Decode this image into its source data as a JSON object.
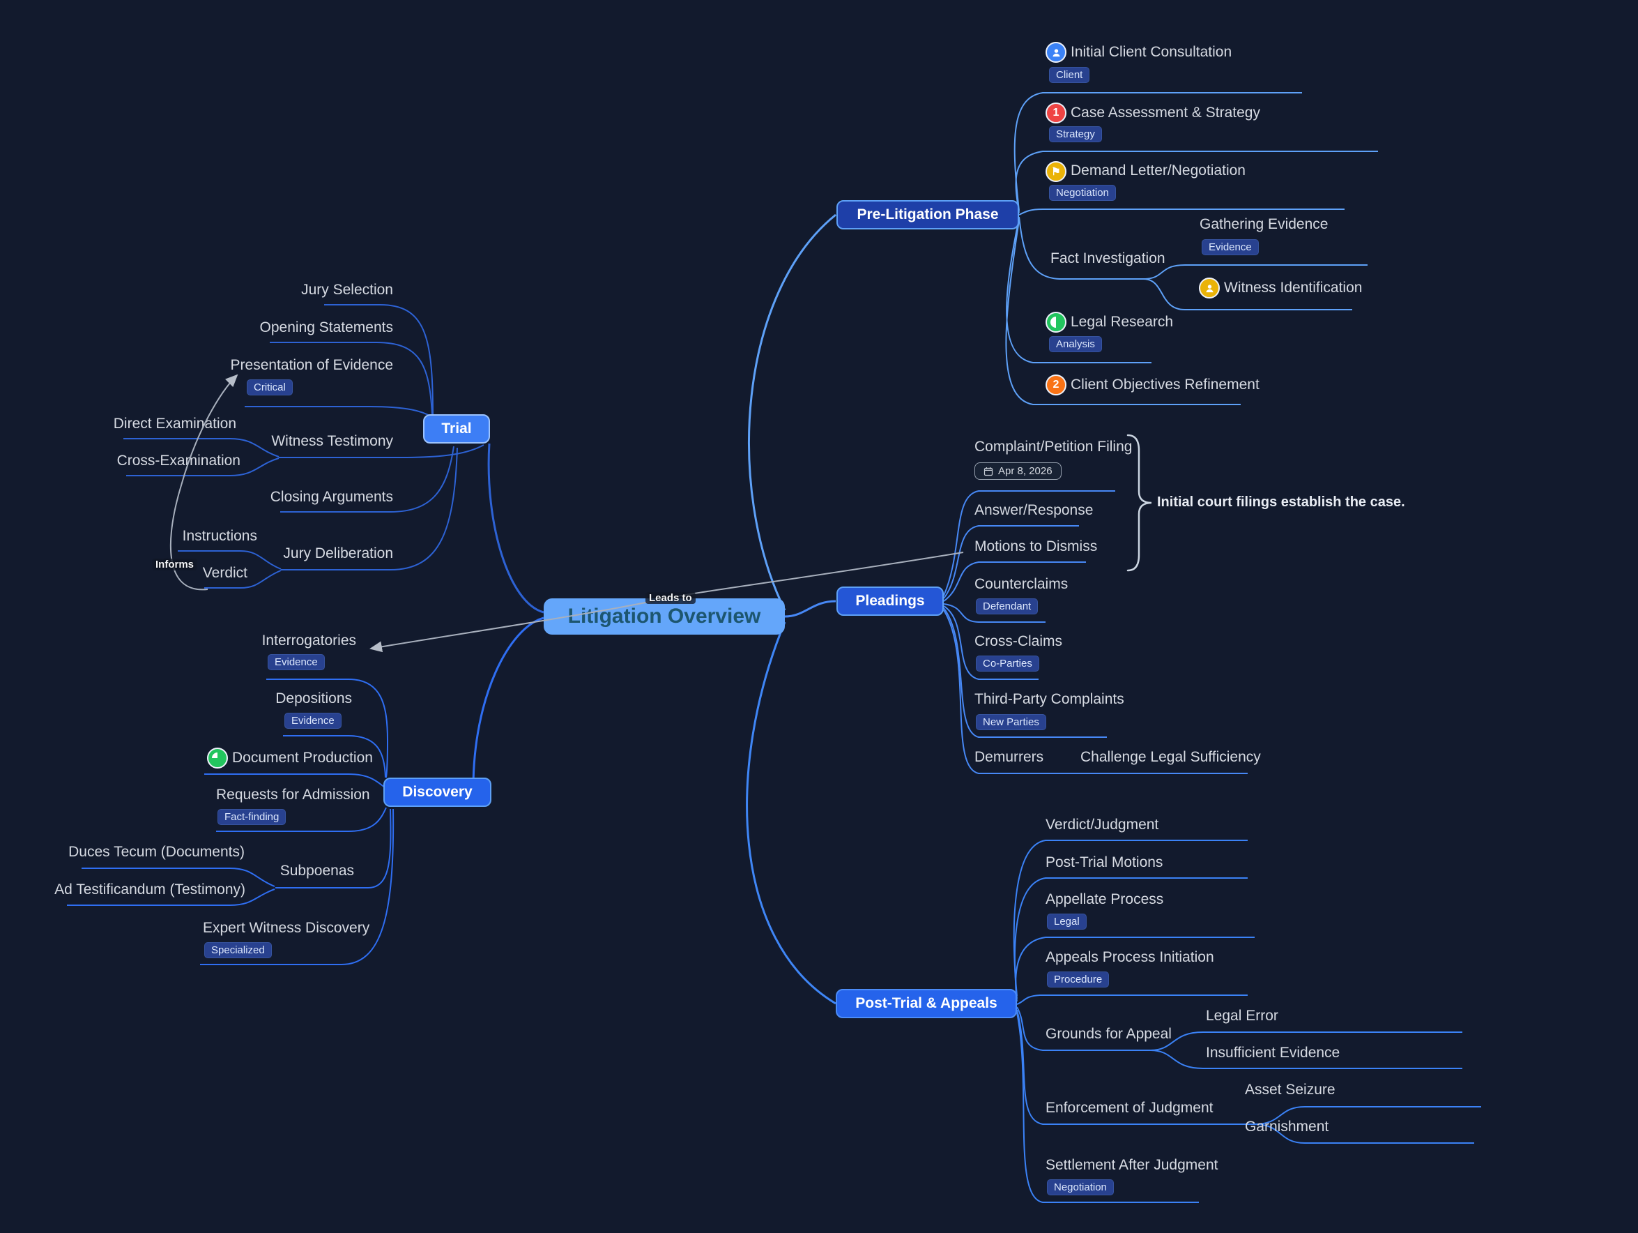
{
  "title": "Litigation Overview",
  "cross_links": {
    "leads_to": "Leads to",
    "informs": "Informs"
  },
  "annotation": "Initial court filings establish the case.",
  "colors": {
    "background": "#121a2d",
    "center_node": "#64a6fa",
    "center_text": "#1d566f",
    "branch_blue_dark": "#1e3fa8",
    "branch_blue": "#2563eb",
    "branch_blue_bright": "#3d7ef5",
    "badge_bg": "#28418f",
    "link_gray": "#aab2bf",
    "icon_red": "#ef4444",
    "icon_orange": "#f97316",
    "icon_yellow": "#eab308",
    "icon_green": "#22c55e",
    "icon_blue": "#3b82f6"
  },
  "branches": {
    "pre": {
      "label": "Pre-Litigation Phase",
      "items": [
        {
          "label": "Initial Client Consultation",
          "badge": "Client",
          "icon": "person-blue-icon"
        },
        {
          "label": "Case Assessment & Strategy",
          "badge": "Strategy",
          "icon": "number-1-icon"
        },
        {
          "label": "Demand Letter/Negotiation",
          "badge": "Negotiation",
          "icon": "flag-icon"
        },
        {
          "label": "Fact Investigation",
          "children": [
            {
              "label": "Gathering Evidence",
              "badge": "Evidence"
            },
            {
              "label": "Witness Identification",
              "icon": "person-yellow-icon"
            }
          ]
        },
        {
          "label": "Legal Research",
          "badge": "Analysis",
          "icon": "progress-half-icon"
        },
        {
          "label": "Client Objectives Refinement",
          "icon": "number-2-icon"
        }
      ]
    },
    "ple": {
      "label": "Pleadings",
      "items": [
        {
          "label": "Complaint/Petition Filing",
          "date": "Apr 8, 2026"
        },
        {
          "label": "Answer/Response"
        },
        {
          "label": "Motions to Dismiss"
        },
        {
          "label": "Counterclaims",
          "badge": "Defendant"
        },
        {
          "label": "Cross-Claims",
          "badge": "Co-Parties"
        },
        {
          "label": "Third-Party Complaints",
          "badge": "New Parties"
        },
        {
          "label": "Demurrers",
          "children": [
            {
              "label": "Challenge Legal Sufficiency"
            }
          ]
        }
      ]
    },
    "tri": {
      "label": "Trial",
      "items": [
        {
          "label": "Jury Selection"
        },
        {
          "label": "Opening Statements"
        },
        {
          "label": "Presentation of Evidence",
          "badge": "Critical"
        },
        {
          "label": "Witness Testimony",
          "children": [
            {
              "label": "Direct Examination"
            },
            {
              "label": "Cross-Examination"
            }
          ]
        },
        {
          "label": "Closing Arguments"
        },
        {
          "label": "Jury Deliberation",
          "children": [
            {
              "label": "Instructions"
            },
            {
              "label": "Verdict"
            }
          ]
        }
      ]
    },
    "dis": {
      "label": "Discovery",
      "items": [
        {
          "label": "Interrogatories",
          "badge": "Evidence"
        },
        {
          "label": "Depositions",
          "badge": "Evidence"
        },
        {
          "label": "Document Production",
          "icon": "progress-three-quarter-icon"
        },
        {
          "label": "Requests for Admission",
          "badge": "Fact-finding"
        },
        {
          "label": "Subpoenas",
          "children": [
            {
              "label": "Duces Tecum (Documents)"
            },
            {
              "label": "Ad Testificandum (Testimony)"
            }
          ]
        },
        {
          "label": "Expert Witness Discovery",
          "badge": "Specialized"
        }
      ]
    },
    "pos": {
      "label": "Post-Trial & Appeals",
      "items": [
        {
          "label": "Verdict/Judgment"
        },
        {
          "label": "Post-Trial Motions"
        },
        {
          "label": "Appellate Process",
          "badge": "Legal"
        },
        {
          "label": "Appeals Process Initiation",
          "badge": "Procedure"
        },
        {
          "label": "Grounds for Appeal",
          "children": [
            {
              "label": "Legal Error"
            },
            {
              "label": "Insufficient Evidence"
            }
          ]
        },
        {
          "label": "Enforcement of Judgment",
          "children": [
            {
              "label": "Asset Seizure"
            },
            {
              "label": "Garnishment"
            }
          ]
        },
        {
          "label": "Settlement After Judgment",
          "badge": "Negotiation"
        }
      ]
    }
  }
}
